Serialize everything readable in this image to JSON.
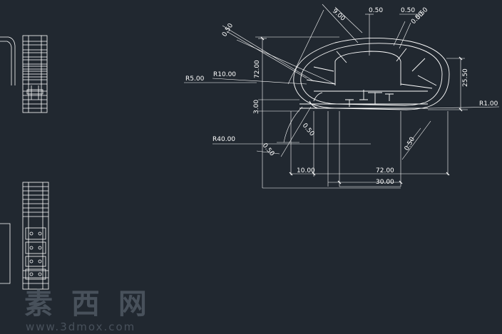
{
  "colors": {
    "background": "#212830",
    "line": "#ffffff",
    "watermark": "#6a7280"
  },
  "dimensions": {
    "top_0_50_a": "0.50",
    "top_0_50_b": "0.50",
    "top_9_00": "9.00",
    "top_right_0_50_a": "0.50",
    "top_right_0_50_b": "0.50",
    "left_0_50": "0.50",
    "r5": "R5.00",
    "r10": "R10.00",
    "v72": "72.00",
    "v3": "3.00",
    "h25_50": "25.50",
    "r1": "R1.00",
    "r40": "R40.00",
    "low_0_50_a": "0.50",
    "low_0_50_b": "0.50",
    "low_right_0_50": "0.50",
    "b10": "10.00",
    "b72": "72.00",
    "b30": "30.00"
  },
  "watermark": {
    "cn": "素 西 网",
    "url": "www.3dmox.com"
  }
}
